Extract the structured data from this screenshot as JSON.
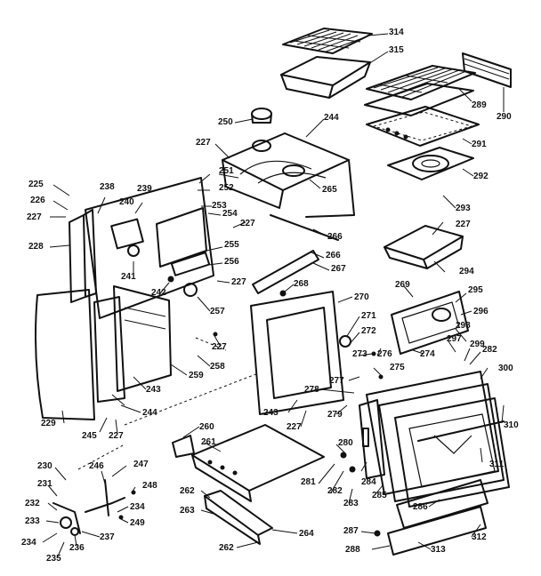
{
  "colors": {
    "ink": "#111111",
    "paper": "#ffffff"
  },
  "callouts": {
    "c314": "314",
    "c315": "315",
    "c289": "289",
    "c290": "290",
    "c250": "250",
    "c244": "244",
    "c291": "291",
    "c292": "292",
    "c227a": "227",
    "c251": "251",
    "c265": "265",
    "c293": "293",
    "c225": "225",
    "c238": "238",
    "c239": "239",
    "c252": "252",
    "c226": "226",
    "c240": "240",
    "c253": "253",
    "c254": "254",
    "c227b": "227",
    "c227c": "227",
    "c266a": "266",
    "c227d": "227",
    "c228": "228",
    "c255": "255",
    "c266b": "266",
    "c256": "256",
    "c294": "294",
    "c241": "241",
    "c267": "267",
    "c227e": "227",
    "c242": "242",
    "c268": "268",
    "c269": "269",
    "c295": "295",
    "c270": "270",
    "c296": "296",
    "c257": "257",
    "c271": "271",
    "c272": "272",
    "c298": "298",
    "c297": "297",
    "c299": "299",
    "c227f": "227",
    "c282": "282",
    "c273": "273",
    "c276": "276",
    "c274": "274",
    "c258": "258",
    "c275": "275",
    "c300": "300",
    "c259": "259",
    "c277": "277",
    "c243a": "243",
    "c278": "278",
    "c229": "229",
    "c244b": "244",
    "c243b": "243",
    "c227g": "227",
    "c279": "279",
    "c310": "310",
    "c245": "245",
    "c227h": "227",
    "c260": "260",
    "c261": "261",
    "c280": "280",
    "c284": "284",
    "c230": "230",
    "c247": "247",
    "c246": "246",
    "c311": "311",
    "c248": "248",
    "c281": "281",
    "c282b": "282",
    "c285": "285",
    "c231": "231",
    "c262a": "262",
    "c283": "283",
    "c234a": "234",
    "c232": "232",
    "c263": "263",
    "c249": "249",
    "c286": "286",
    "c233": "233",
    "c237": "237",
    "c264": "264",
    "c287": "287",
    "c234b": "234",
    "c236": "236",
    "c312": "312",
    "c235": "235",
    "c262b": "262",
    "c288": "288",
    "c313": "313"
  }
}
